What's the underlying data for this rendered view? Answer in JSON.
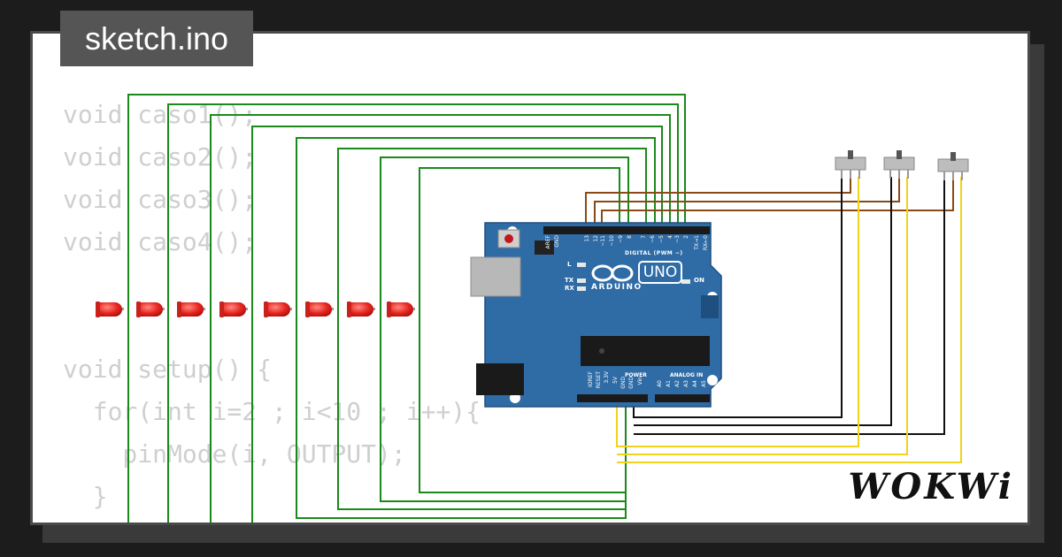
{
  "project": {
    "filename": "sketch.ino"
  },
  "code_background": {
    "lines": [
      "void caso1();",
      "void caso2();",
      "void caso3();",
      "void caso4();",
      "",
      "",
      "void setup() {",
      "  for(int i=2 ; i<10 ; i++){",
      "    pinMode(i, OUTPUT);",
      "  }"
    ]
  },
  "board": {
    "name": "UNO",
    "brand": "ARDUINO",
    "digital_header_label": "DIGITAL (PWM ~)",
    "analog_header_label": "ANALOG IN",
    "power_header_label": "POWER",
    "on_label": "ON",
    "tx_label": "TX",
    "rx_label": "RX",
    "l_label": "L",
    "digital_pins": [
      "AREF",
      "GND",
      "13",
      "12",
      "~11",
      "~10",
      "~9",
      "8",
      "7",
      "~6",
      "~5",
      "4",
      "~3",
      "2",
      "TX→1",
      "RX←0"
    ],
    "power_pins": [
      "IOREF",
      "RESET",
      "3.3V",
      "5V",
      "GND",
      "GND",
      "Vin"
    ],
    "analog_pins": [
      "A0",
      "A1",
      "A2",
      "A3",
      "A4",
      "A5"
    ]
  },
  "components": {
    "led_count": 8,
    "switch_count": 3,
    "led_color": "#e8251f",
    "board_color": "#2f6ca6"
  },
  "wires": {
    "green": "#1a8a1a",
    "brown": "#8a4a16",
    "black": "#111111",
    "yellow": "#f2d21a"
  },
  "brand": {
    "logo_text": "WOKWi"
  }
}
